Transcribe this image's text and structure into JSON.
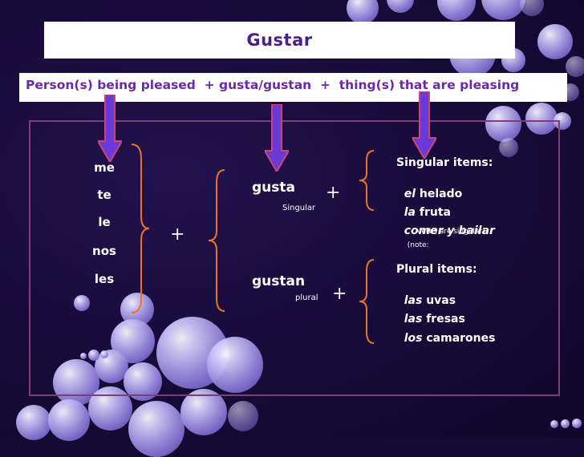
{
  "title": "Gustar",
  "formula": "Person(s) being pleased  + gusta/gustan  +  thing(s) that are pleasing",
  "pronouns": [
    "me",
    "te",
    "le",
    "nos",
    "les"
  ],
  "verbs": {
    "gusta": "gusta",
    "gusta_note": "Singular",
    "gustan": "gustan",
    "gustan_note": "plural"
  },
  "plus_sign": "+",
  "singular_items": {
    "heading": "Singular items:",
    "item1_article": "el",
    "item1_noun": " helado",
    "item2_article": "la",
    "item2_noun": " fruta",
    "item3": "comer y bailar",
    "item3_note": "(note:",
    "item3_note2": "verbs are singular)"
  },
  "plural_items": {
    "heading": "Plural items:",
    "item1_article": "las",
    "item1_noun": " uvas",
    "item2_article": "las",
    "item2_noun": " fresas",
    "item3_article": "los",
    "item3_noun": " camarones"
  },
  "colors": {
    "background": "#150a33",
    "title_text": "#4a1f8c",
    "formula_text": "#6a2aa8",
    "brace": "#e8742c",
    "arrow_fill": "#6a3ad8",
    "arrow_stroke": "#c8467a",
    "frame": "#7d3f76"
  }
}
